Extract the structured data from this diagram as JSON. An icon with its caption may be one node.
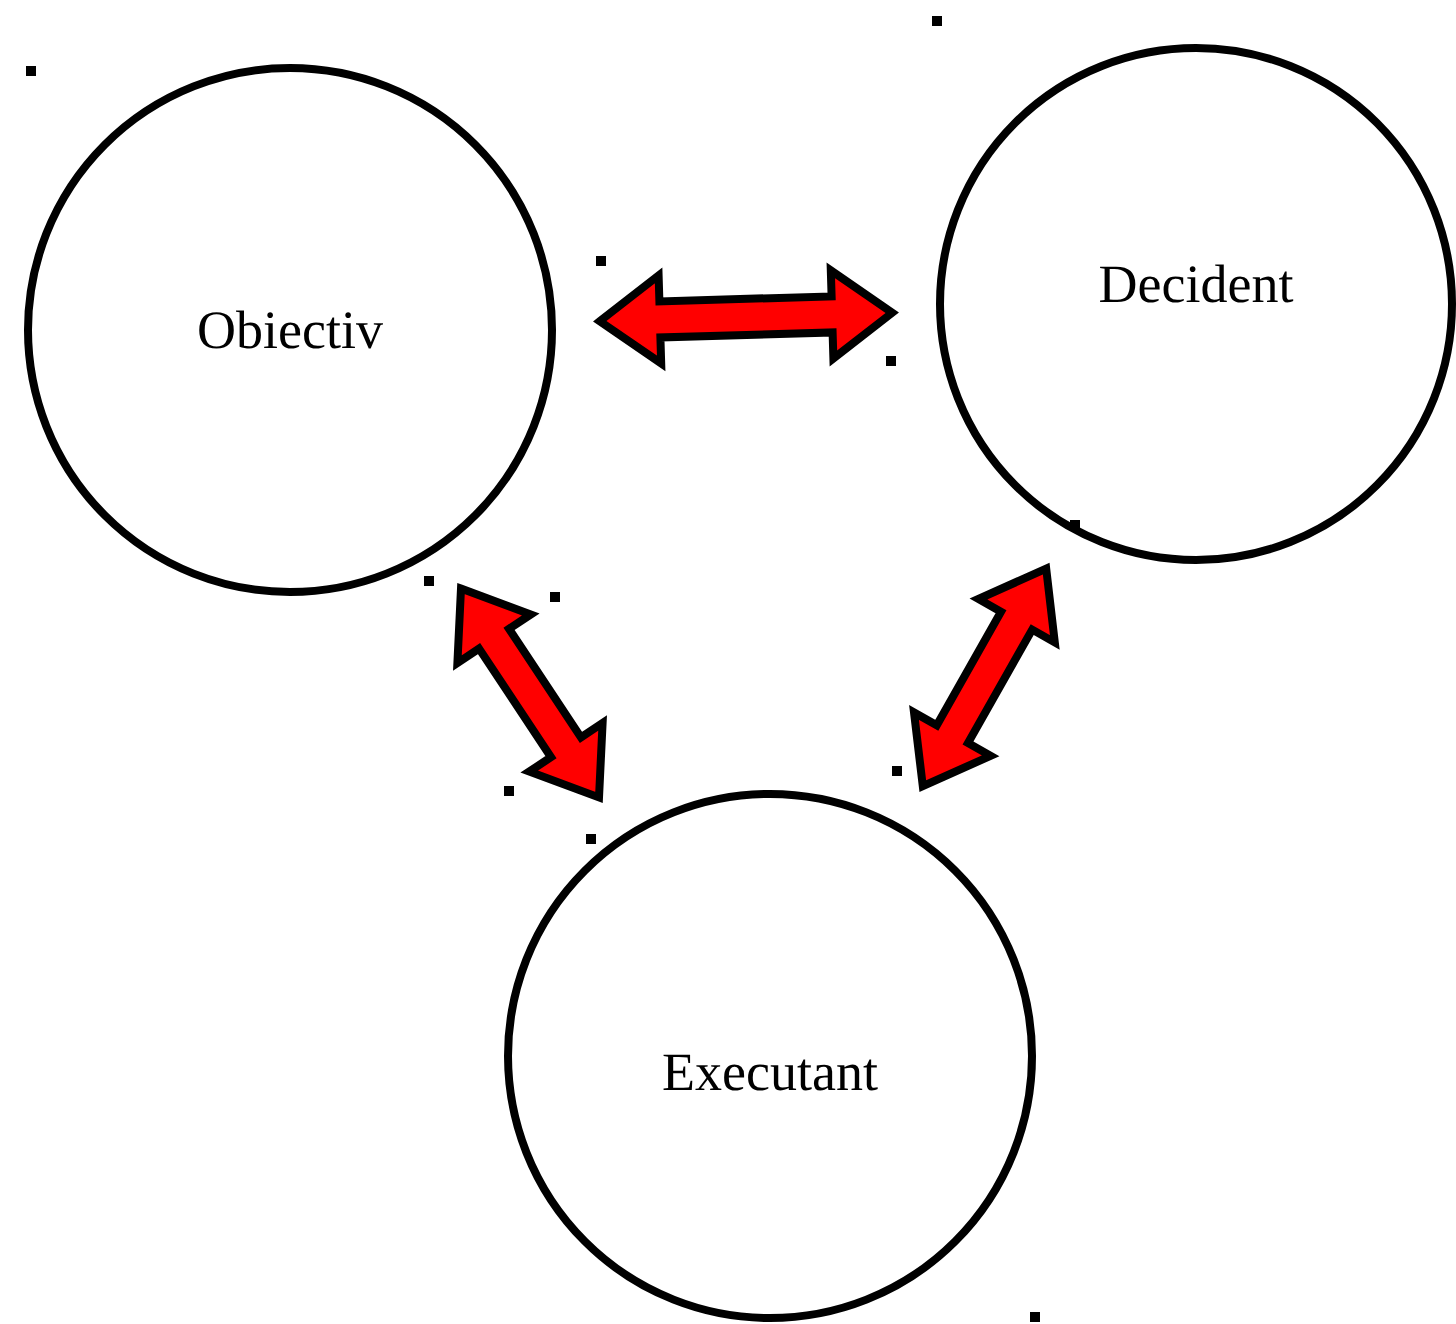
{
  "diagram": {
    "nodes": [
      {
        "text": [
          "Obiectiv"
        ]
      },
      {
        "text": [
          "Decident"
        ]
      },
      {
        "text": [
          "Executant"
        ]
      }
    ],
    "edges": [
      {
        "from": 0,
        "to": 1,
        "arrow": "both"
      },
      {
        "from": 0,
        "to": 2,
        "arrow": "both"
      },
      {
        "from": 1,
        "to": 2,
        "arrow": "both"
      }
    ]
  }
}
